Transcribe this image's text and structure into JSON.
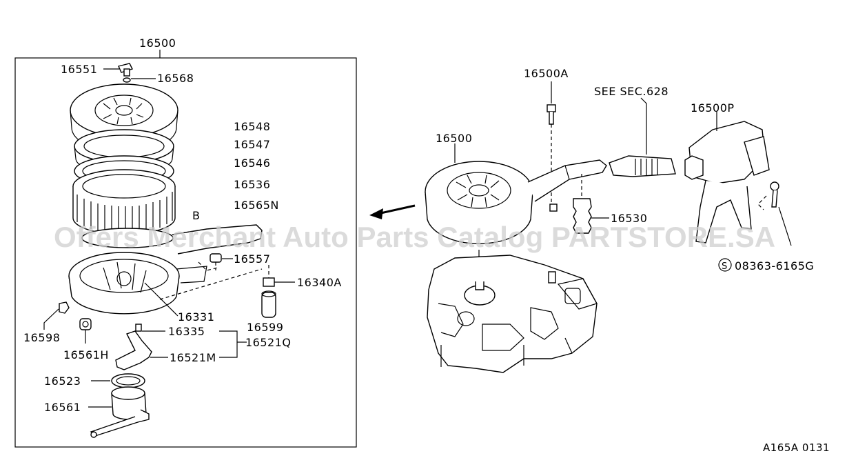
{
  "diagram": {
    "watermark": "Offers Merchant Auto Parts Catalog PARTSTORE.SA",
    "figure_code": "A165A 0131",
    "sec_note": "SEE SEC.628",
    "ref_letter": "B",
    "screw_symbol": "S",
    "labels": {
      "p16500_box": "16500",
      "p16551": "16551",
      "p16568": "16568",
      "p16548": "16548",
      "p16547": "16547",
      "p16546": "16546",
      "p16536": "16536",
      "p16565N": "16565N",
      "p16557": "16557",
      "p16340A": "16340A",
      "p16331": "16331",
      "p16599": "16599",
      "p16598": "16598",
      "p16335": "16335",
      "p16521Q": "16521Q",
      "p16561H": "16561H",
      "p16521M": "16521M",
      "p16523": "16523",
      "p16561": "16561",
      "p16500A": "16500A",
      "p16500P": "16500P",
      "p16500_right": "16500",
      "p16530": "16530",
      "p08363": "08363-6165G"
    }
  }
}
